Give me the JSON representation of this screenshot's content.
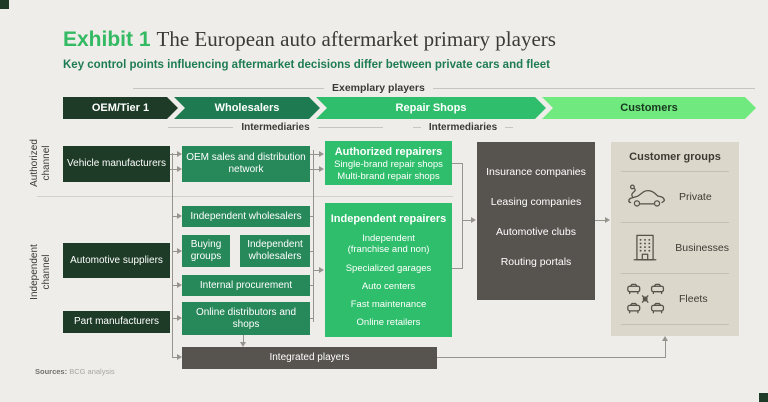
{
  "page": {
    "exhibit_label": "Exhibit 1",
    "title": "The European auto aftermarket primary players",
    "subtitle": "Key control points influencing aftermarket decisions differ between private cars and fleet",
    "exemplary_label": "Exemplary players",
    "sources_label": "Sources:",
    "sources_text": "BCG analysis"
  },
  "value_chain": {
    "stages": [
      {
        "label": "OEM/Tier 1"
      },
      {
        "label": "Wholesalers"
      },
      {
        "label": "Repair Shops"
      },
      {
        "label": "Customers"
      }
    ]
  },
  "labels": {
    "intermediaries_1": "Intermediaries",
    "intermediaries_2": "Intermediaries"
  },
  "channels": {
    "authorized": "Authorized channel",
    "independent": "Independent channel"
  },
  "boxes": {
    "vehicle_manufacturers": "Vehicle manufacturers",
    "oem_sales": "OEM sales and distribution network",
    "automotive_suppliers": "Automotive suppliers",
    "part_manufacturers": "Part manufacturers",
    "independent_wholesalers_top": "Independent wholesalers",
    "buying_groups": "Buying groups",
    "independent_wholesalers_small": "Independent wholesalers",
    "internal_procurement": "Internal procurement",
    "online_distributors": "Online distributors and shops",
    "integrated_players": "Integrated players"
  },
  "authorized_repairers": {
    "title": "Authorized repairers",
    "items": [
      "Single-brand repair shops",
      "Multi-brand repair shops"
    ]
  },
  "independent_repairers": {
    "title": "Independent repairers",
    "items": [
      "Independent (franchise and non)",
      "Specialized garages",
      "Auto centers",
      "Fast maintenance",
      "Online retailers"
    ]
  },
  "intermediaries_box": {
    "items": [
      "Insurance companies",
      "Leasing companies",
      "Automotive clubs",
      "Routing portals"
    ]
  },
  "customer_groups": {
    "title": "Customer groups",
    "rows": [
      {
        "icon": "car-icon",
        "label": "Private"
      },
      {
        "icon": "building-icon",
        "label": "Businesses"
      },
      {
        "icon": "fleet-icon",
        "label": "Fleets"
      }
    ]
  },
  "colors": {
    "accent_green": "#34BA63",
    "dark_green": "#1D3B26",
    "medium_green": "#27885A",
    "bright_green": "#2FBE6B",
    "light_green": "#70E97E",
    "dark_gray": "#57534F",
    "beige": "#DCD7CB",
    "subtitle_green": "#1E7C53",
    "background": "#EFEDE9"
  }
}
